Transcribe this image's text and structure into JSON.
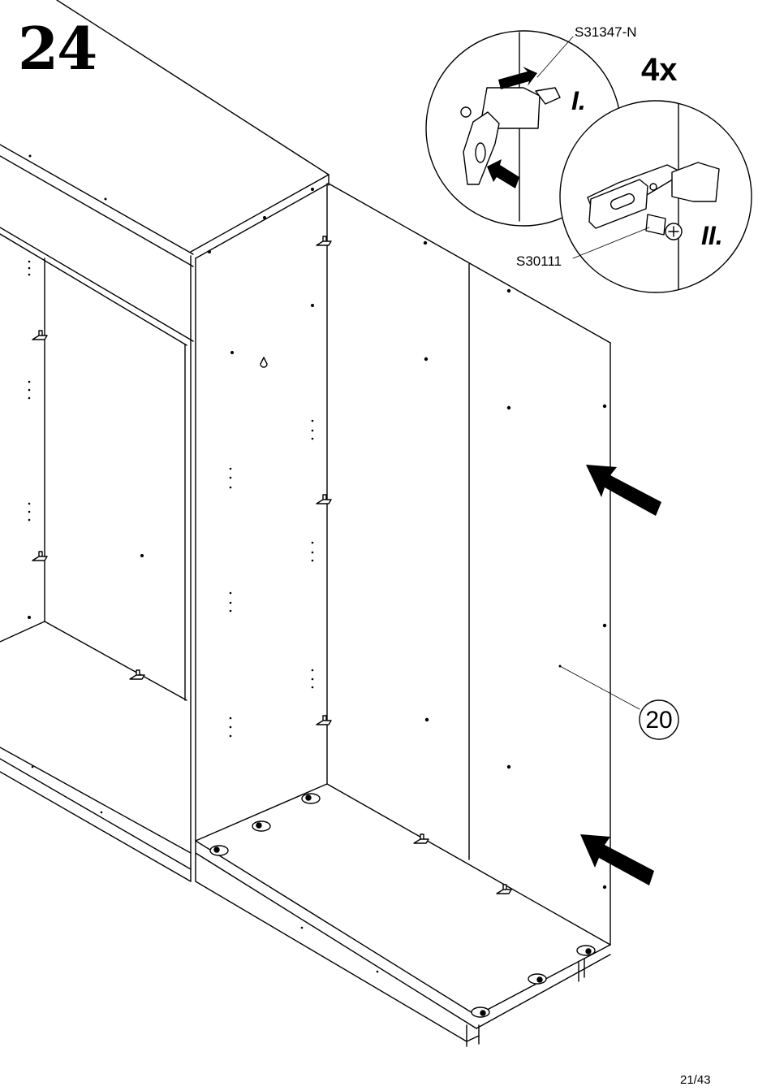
{
  "step": {
    "number": "24"
  },
  "detail": {
    "quantity": "4x",
    "part_code_top": "S31347-N",
    "part_code_bottom": "S30111",
    "substep_1": "I.",
    "substep_2": "II."
  },
  "main": {
    "part_label": "20"
  },
  "footer": {
    "page": "21/43"
  }
}
